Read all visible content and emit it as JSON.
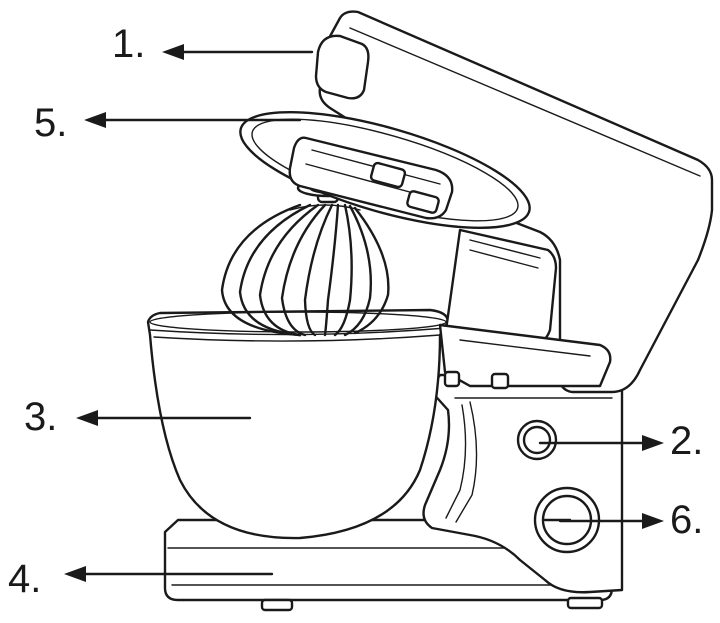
{
  "callouts": {
    "c1": "1.",
    "c2": "2.",
    "c3": "3.",
    "c4": "4.",
    "c5": "5.",
    "c6": "6."
  }
}
